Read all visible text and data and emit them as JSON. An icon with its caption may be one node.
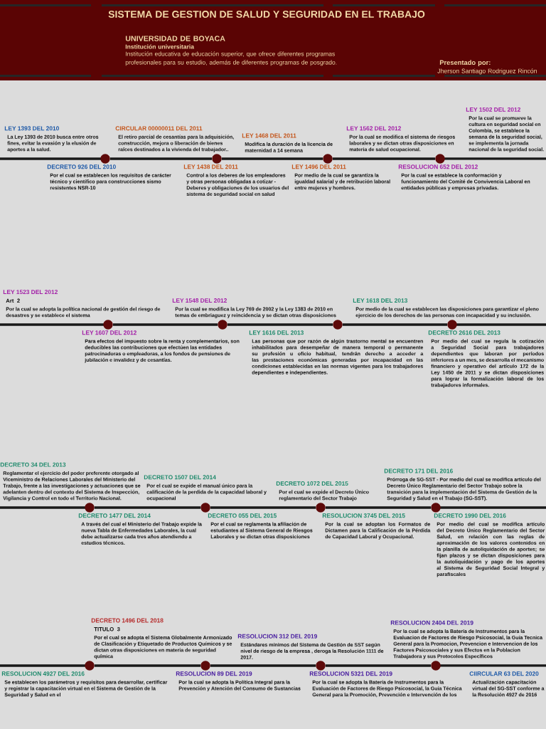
{
  "diagram": {
    "title": "SISTEMA DE GESTION DE SALUD Y SEGURIDAD EN EL TRABAJO",
    "nodes": [
      {
        "text": [
          "LEY 1393 DEL 2010",
          "La Ley 1393 de 2010 busca entre otros fines, evitar la evasión y la elusión de aportes a la salud."
        ]
      },
      {
        "text": [
          "DECRETO 926 DEL 2010",
          "Por el cual se establecen los requisitos de carácter técnico y científico para construcciones sismo resistentes NSR-10"
        ]
      },
      {
        "text": [
          "CIRCULAR 00000011 DEL 2011",
          "El retiro parcial de cesantías para la adquisición, construcción, mejora o liberación de bienes raíces destinados a la vivienda del trabajador.."
        ]
      },
      {
        "text": [
          "LEY 1438 DEL 2011",
          "Control a los deberes de los empleadores y otras personas obligadas a cotizar - Deberes y obligaciones de los usuarios del sistema de seguridad social en salud"
        ]
      },
      {
        "text": [
          "LEY 1468 DEL 2011",
          "Modifica la duración de la licencia de maternidad a 14 semana"
        ]
      },
      {
        "text": [
          "LEY 1496 DEL 2011",
          "Por medio de la cual se garantiza la igualdad salarial y de retribución laboral entre mujeres y hombres."
        ]
      },
      {
        "text": [
          "LEY 1562 DEL 2012",
          "Por la cual se modifica el sistema de riesgos laborales y se dictan otras disposiciones en materia de salud ocupacional."
        ]
      },
      {
        "text": [
          "RESOLUCION 652 DEL 2012",
          "Por la cual se establece la conformación y funcionamiento del Comité de Convivencia Laboral en entidades públicas y empresas privadas."
        ]
      },
      {
        "text": [
          "LEY 1502 DEL 2012",
          "Por la cual se promueve la cultura en seguridad social en Colombia, se establece la semana de la seguridad social, se implementa la jornada nacional de la seguridad social."
        ]
      },
      {
        "text": [
          "LEY 1523 DEL 2012",
          "Art 2",
          "Por la cual se adopta la política nacional de gestión del riesgo de desastres y se establece el sistema"
        ]
      },
      {
        "text": [
          "LEY 1607 DEL 2012",
          "Para efectos del impuesto sobre la renta y complementarios, son deducibles las contribuciones que efectúen las entidades patrocinadoras o empleadoras, a los fondos de pensiones de jubilación e invalidez y de cesantías."
        ]
      },
      {
        "text": [
          "LEY 1548 DEL 2012",
          "Por la cual se modifica la Ley 769 de 2002 y la Ley 1383 de 2010 en temas de embriaguez y reincidencia y se dictan otras disposiciones"
        ]
      },
      {
        "text": [
          "LEY 1616 DEL 2013",
          "Las personas que por razón de algún trastorno mental se encuentren inhabilitados para desempeñar de manera temporal o permanente su profesión u oficio habitual, tendrán derecho a acceder a las prestaciones económicas generadas por incapacidad en las condiciones establecidas en las normas vigentes para los trabajadores dependientes e independientes."
        ]
      },
      {
        "text": [
          "LEY 1618 DEL 2013",
          "Por medio de la cual se establecen las disposiciones para garantizar el pleno ejercicio de los derechos de las personas con incapacidad y su inclusión."
        ]
      },
      {
        "text": [
          "DECRETO 2616 DEL 2013",
          "Por medio del cual se regula la cotización a Seguridad Social para trabajadores dependientes que laboran por períodos inferiores a un mes, se desarrolla el mecanismo financiero y operativo del artículo 172 de la Ley 1450 de 2011 y se dictan disposiciones para lograr la formalización laboral de los trabajadores informales."
        ]
      },
      {
        "text": [
          "DECRETO 34 DEL 2013",
          "Reglamentar el ejercicio del poder preferente otorgado al Viceministro de Relaciones Laborales del Ministerio del Trabajo, frente a las investigaciones y actuaciones que se adelanten dentro del contexto del Sistema de Inspección, Vigilancia y Control en todo el Territorio Nacional."
        ]
      },
      {
        "text": [
          "DECRETO 1477 DEL 2014",
          "A través del cual el Ministerio del Trabajo expide la nueva Tabla de Enfermedades Laborales, la cual debe actualizarse cada tres años atendiendo a estudios técnicos."
        ]
      },
      {
        "text": [
          "DECRETO 1507 DEL 2014",
          "Por el cual se expide el manual único para la calificación de la perdida de la capacidad laboral y ocupacional"
        ]
      },
      {
        "text": [
          "DECRETO 055 DEL 2015",
          "Por el cual se reglamenta la afiliación de estudiantes al Sistema General de Riesgos Laborales y se dictan otras disposiciones"
        ]
      },
      {
        "text": [
          "DECRETO 1072 DEL 2015",
          "Por el cual se expide el Decreto Único reglamentario del Sector Trabajo"
        ]
      },
      {
        "text": [
          "RESOLUCION 3745 DEL 2015",
          "Por la cual se adoptan los Formatos de Dictamen para la Calificación de la Pérdida de Capacidad Laboral y Ocupacional."
        ]
      },
      {
        "text": [
          "DECRETO 171 DEL 2016",
          "Prórroga de SG-SST - Por medio del cual se modifica artículo del Decreto Único Reglamentario del Sector Trabajo sobre la transición para la implementación del Sistema de Gestión de la Seguridad y Salud en el Trabajo (SG-SST)."
        ]
      },
      {
        "text": [
          "DECRETO 1990 DEL 2016",
          "Por medio del cual se modifica artículo del Decreto Único Reglamentario del Sector Salud, en relación con las reglas de aproximación de los valores contenidos en la planilla de autoliquidación de aportes; se fijan plazos y se dictan disposiciones para la autoliquidación y pago de los aportes al Sistema de Seguridad Social Integral y parafiscales"
        ]
      },
      {
        "text": [
          "RESOLUCION 4927 DEL 2016",
          "Se establecen los parámetros y requisitos para desarrollar, certificar y registrar la capacitación virtual en el Sistema de Gestión de la Seguridad y Salud en el"
        ]
      },
      {
        "text": [
          "DECRETO 1496 DEL 2018",
          "TITULO 3",
          "Por el cual se adopta el Sistema Globalmente Armonizado de Clasificación y Etiquetado de Productos Químicos y se dictan otras disposiciones en materia de seguridad química"
        ]
      },
      {
        "text": [
          "RESOLUCION 89 DEL 2019",
          "Por la cual se adopta la Política Integral para la Prevención y Atención del Consumo de Sustancias"
        ]
      },
      {
        "text": [
          "RESOLUCION 312 DEL 2019",
          "Estándares mínimos del Sistema de Gestión de SST según nivel de riesgo de la empresa , deroga la Resolución 1111 de 2017."
        ]
      },
      {
        "text": [
          "RESOLUCION 5321 DEL 2019",
          "Por la cual se adopta la Batería de Instrumentos para la Evaluación de Factores de Riesgo Psicosocial, la Guía Técnica General para la Promoción, Prevención e Intervención de los"
        ]
      },
      {
        "text": [
          "RESOLUCION 2404 DEL 2019",
          "Por la cual se adopta la Batería de Instrumentos para la Evaluacion de Factores de Riesgo Psicosocial, la Guía Tecnica General para la Promocion, Prevencion e Intervencion de los Factores Psicosociales y sus Efectos en la Poblacion Trabajadora y sus Protocolos Específicos"
        ]
      },
      {
        "text": [
          "CIIRCULAR 63 DEL 2020",
          "Actualización capacitación virtual del SG-SST conforme a la Resolución 4927 de 2016"
        ]
      },
      {
        "text": [],
        "shape": "circle"
      },
      {
        "text": [],
        "shape": "circle"
      },
      {
        "text": [],
        "shape": "circle"
      },
      {
        "text": [],
        "shape": "circle"
      },
      {
        "text": [],
        "shape": "circle"
      },
      {
        "text": [],
        "shape": "circle"
      },
      {
        "text": [],
        "shape": "circle"
      },
      {
        "text": [],
        "shape": "circle"
      },
      {
        "text": [],
        "shape": "circle"
      },
      {
        "text": [],
        "shape": "circle"
      },
      {
        "text": [],
        "shape": "circle"
      },
      {
        "text": [],
        "shape": "circle"
      },
      {
        "text": [],
        "shape": "circle"
      },
      {
        "text": [],
        "shape": "circle"
      },
      {
        "text": [],
        "shape": "circle"
      },
      {
        "text": [],
        "shape": "circle"
      }
    ],
    "edges": [
      {
        "from": 30,
        "to": 31,
        "arrow": "none"
      },
      {
        "from": 31,
        "to": 32,
        "arrow": "none"
      },
      {
        "from": 32,
        "to": 33,
        "arrow": "none"
      },
      {
        "from": 34,
        "to": 35,
        "arrow": "none"
      },
      {
        "from": 35,
        "to": 36,
        "arrow": "none"
      },
      {
        "from": 36,
        "to": 37,
        "arrow": "none"
      },
      {
        "from": 38,
        "to": 39,
        "arrow": "none"
      },
      {
        "from": 39,
        "to": 40,
        "arrow": "none"
      },
      {
        "from": 40,
        "to": 41,
        "arrow": "none"
      },
      {
        "from": 42,
        "to": 43,
        "arrow": "none"
      },
      {
        "from": 43,
        "to": 44,
        "arrow": "none"
      },
      {
        "from": 44,
        "to": 45,
        "arrow": "none"
      }
    ],
    "labels": [
      "UNIVERSIDAD DE BOYACA",
      "Institución universitaria",
      "Institución educativa de educación superior, que ofrece diferentes programas profesionales para su estudio, además de diferentes programas de posgrado.",
      "Presentado por:",
      "Jherson Santiago Rodriguez Rincón"
    ]
  }
}
